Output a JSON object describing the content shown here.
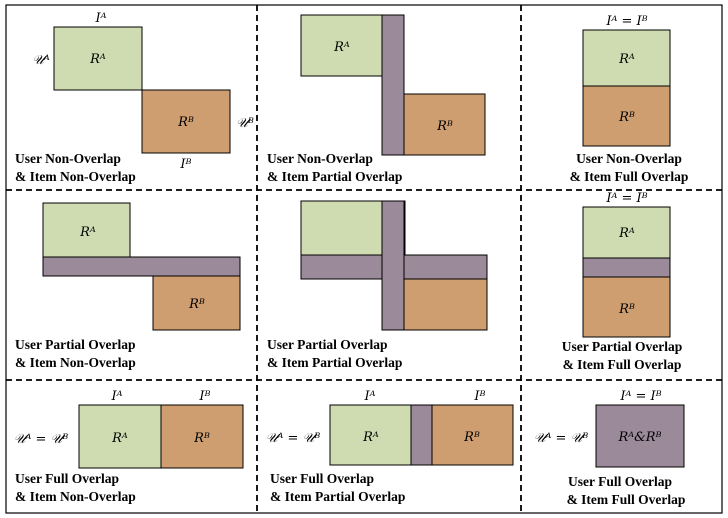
{
  "colors": {
    "user_a_block": "#cfdcb1",
    "user_b_block": "#cf9e70",
    "overlap_block": "#9b8a99",
    "border": "#000000",
    "grid_line": "#000000"
  },
  "labels": {
    "ra": "Rᴬ",
    "rb": "Rᴮ",
    "ua": "𝒰ᴬ",
    "ub": "𝒰ᴮ",
    "ia": "Iᴬ",
    "ib": "Iᴮ",
    "ia_eq_ib": "Iᴬ = Iᴮ",
    "ua_eq_ub": "𝒰ᴬ = 𝒰ᴮ",
    "ra_and_rb": "Rᴬ&Rᴮ"
  },
  "captions": {
    "c11_l1": "User Non-Overlap",
    "c11_l2": "& Item Non-Overlap",
    "c12_l1": "User Non-Overlap",
    "c12_l2": "& Item Partial Overlap",
    "c13_l1": "User Non-Overlap",
    "c13_l2": "& Item Full Overlap",
    "c21_l1": "User Partial Overlap",
    "c21_l2": "& Item Non-Overlap",
    "c22_l1": "User Partial Overlap",
    "c22_l2": "& Item Partial Overlap",
    "c23_l1": "User Partial Overlap",
    "c23_l2": "& Item Full Overlap",
    "c31_l1": "User Full Overlap",
    "c31_l2": "& Item Non-Overlap",
    "c32_l1": "User Full Overlap",
    "c32_l2": "& Item Partial Overlap",
    "c33_l1": "User Full Overlap",
    "c33_l2": "& Item Full Overlap"
  }
}
